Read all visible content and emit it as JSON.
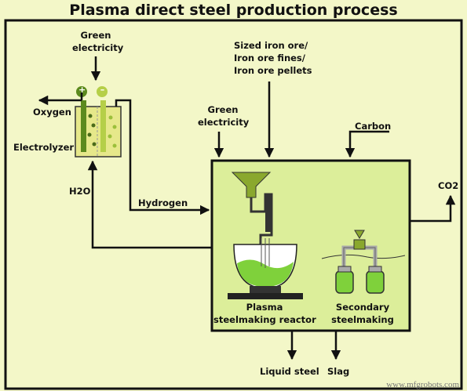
{
  "title": "Plasma direct steel production process",
  "labels": {
    "green_electricity_1": [
      "Green",
      "electricity"
    ],
    "sized_iron_ore": [
      "Sized iron ore/",
      "Iron ore fines/",
      "Iron ore pellets"
    ],
    "oxygen": "Oxygen",
    "electrolyzer": "Electrolyzer",
    "green_electricity_2": [
      "Green",
      "electricity"
    ],
    "carbon": "Carbon",
    "h2o": "H2O",
    "hydrogen": "Hydrogen",
    "co2": "CO2",
    "plasma_reactor": [
      "Plasma",
      "steelmaking reactor"
    ],
    "secondary": [
      "Secondary",
      "steelmaking"
    ],
    "liquid_steel": "Liquid steel",
    "slag": "Slag"
  },
  "electrode_signs": {
    "plus": "+",
    "minus": "–"
  },
  "watermark": "www.mfgrobots.com",
  "colors": {
    "background": "#f3f7c8",
    "reactor_fill": "#dcee9a",
    "frame": "#111111",
    "green_liquid": "#7fd13b",
    "electrode_plus": "#5c8a1e",
    "electrode_minus": "#b5cf48",
    "electrolyzer_liquid": "#e6e88a"
  }
}
